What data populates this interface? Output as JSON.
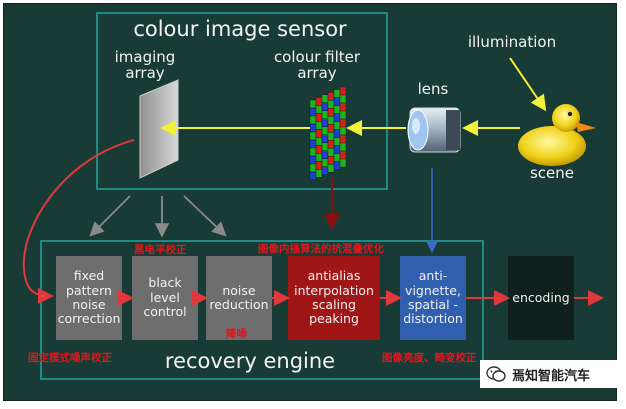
{
  "sensor": {
    "title": "colour image sensor",
    "imaging_array_label": "imaging\narray",
    "colour_filter_label": "colour filter\narray"
  },
  "optics": {
    "illumination_label": "illumination",
    "lens_label": "lens",
    "scene_label": "scene"
  },
  "engine": {
    "title": "recovery engine",
    "stages": [
      {
        "label": "fixed\npattern\nnoise\ncorrection"
      },
      {
        "label": "black\nlevel\ncontrol"
      },
      {
        "label": "noise\nreduction"
      },
      {
        "label": "antialias\ninterpolation\nscaling\npeaking"
      },
      {
        "label": "anti-\nvignette,\nspatial -\ndistortion"
      },
      {
        "label": "encoding"
      }
    ]
  },
  "annotations": {
    "fpn": "固定模式噪声校正",
    "black_level": "黑电平校正",
    "interp": "图像内插算法的抗混叠优化",
    "noise": "降噪",
    "vignette": "图像亮度、畸变校正"
  },
  "watermark": {
    "text": "焉知智能汽车"
  },
  "colors": {
    "panel": "#193b35",
    "box_outline": "#1f8a86",
    "gray_stage": "#6e6e6e",
    "red_stage": "#a01616",
    "blue_stage": "#2f5fae",
    "dark_stage": "#10211d",
    "arrow_yellow": "#f2f23a",
    "arrow_red": "#e0383c",
    "annotation_red": "#e0161c"
  }
}
